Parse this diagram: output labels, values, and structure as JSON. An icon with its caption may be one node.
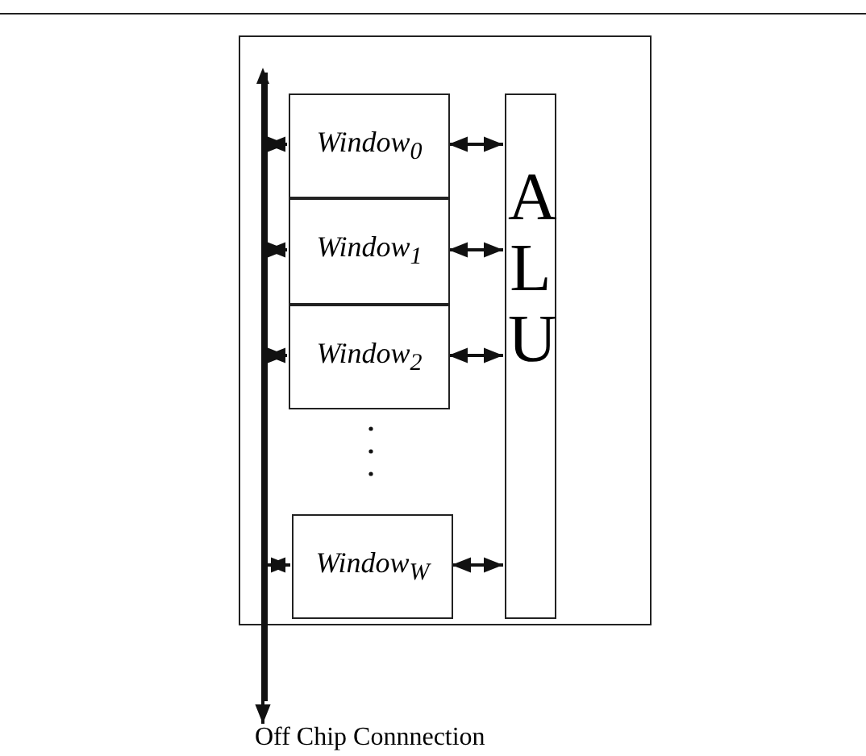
{
  "diagram": {
    "nodes": [
      {
        "text": [],
        "shape": "box"
      },
      {
        "text": [
          "Window$_{0}$"
        ],
        "in": 0
      },
      {
        "text": [
          "Window$_{1}$"
        ],
        "in": 0
      },
      {
        "text": [
          "Window$_{2}$"
        ],
        "in": 0
      },
      {
        "text": [
          "Window$_{W}$"
        ],
        "in": 0
      },
      {
        "text": [],
        "shape": "bar",
        "in": 0
      },
      {
        "text": [
          "A L U"
        ],
        "in": 0
      },
      {
        "text": [
          "Off Chip Connnection"
        ]
      }
    ],
    "edges": [
      {
        "from": 5,
        "to": 1,
        "arrow": "both"
      },
      {
        "from": 5,
        "to": 2,
        "arrow": "both"
      },
      {
        "from": 5,
        "to": 3,
        "arrow": "both"
      },
      {
        "from": 5,
        "to": 4,
        "arrow": "both"
      },
      {
        "from": 1,
        "to": 6,
        "arrow": "both"
      },
      {
        "from": 2,
        "to": 6,
        "arrow": "both"
      },
      {
        "from": 3,
        "to": 6,
        "arrow": "both"
      },
      {
        "from": 4,
        "to": 6,
        "arrow": "both"
      },
      {
        "from": 5,
        "to": 7,
        "arrow": "to"
      }
    ]
  }
}
